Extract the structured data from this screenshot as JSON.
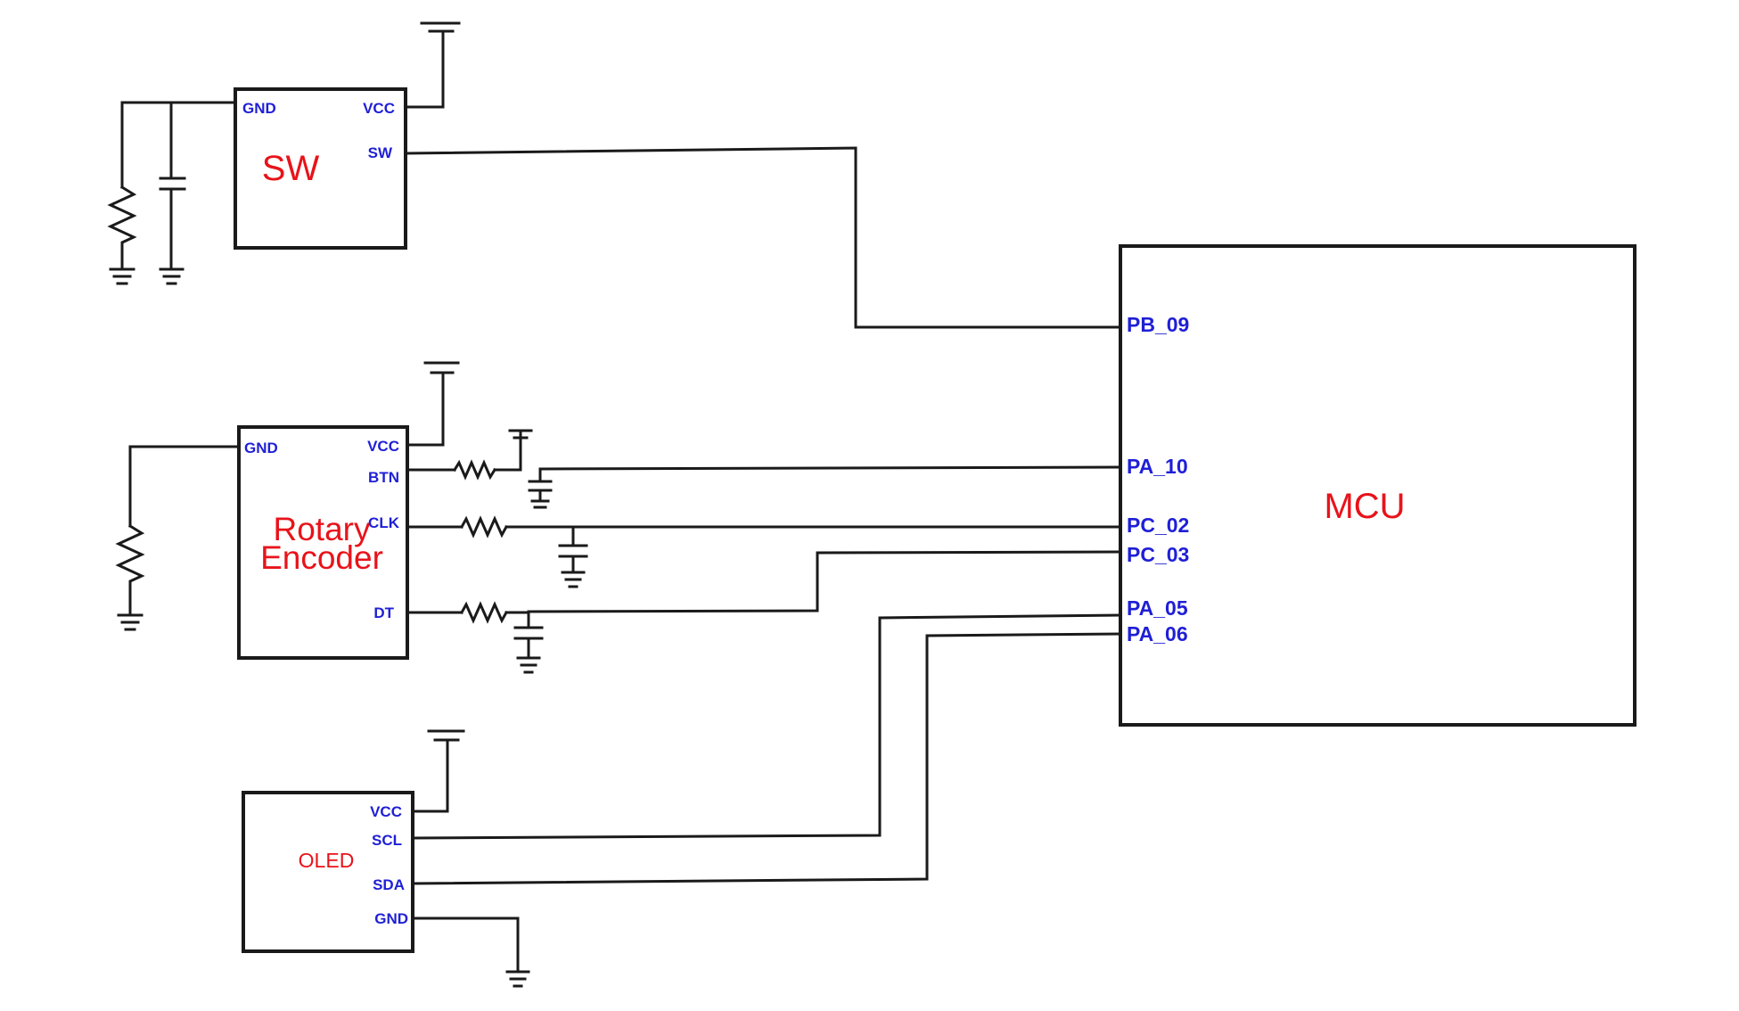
{
  "colors": {
    "wire": "#1a1a1a",
    "pin_label": "#1f1fd6",
    "block_label": "#e8131a",
    "background": "#ffffff"
  },
  "blocks": {
    "sw": {
      "label": "SW",
      "pins": {
        "gnd": "GND",
        "vcc": "VCC",
        "sw": "SW"
      }
    },
    "encoder": {
      "label_line1": "Rotary",
      "label_line2": "Encoder",
      "pins": {
        "gnd": "GND",
        "vcc": "VCC",
        "btn": "BTN",
        "clk": "CLK",
        "dt": "DT"
      }
    },
    "oled": {
      "label": "OLED",
      "pins": {
        "vcc": "VCC",
        "scl": "SCL",
        "sda": "SDA",
        "gnd": "GND"
      }
    },
    "mcu": {
      "label": "MCU",
      "pins": {
        "pb09": "PB_09",
        "pa10": "PA_10",
        "pc02": "PC_02",
        "pc03": "PC_03",
        "pa05": "PA_05",
        "pa06": "PA_06"
      }
    }
  },
  "symbols": [
    "resistor",
    "capacitor",
    "ground",
    "power-rail"
  ]
}
